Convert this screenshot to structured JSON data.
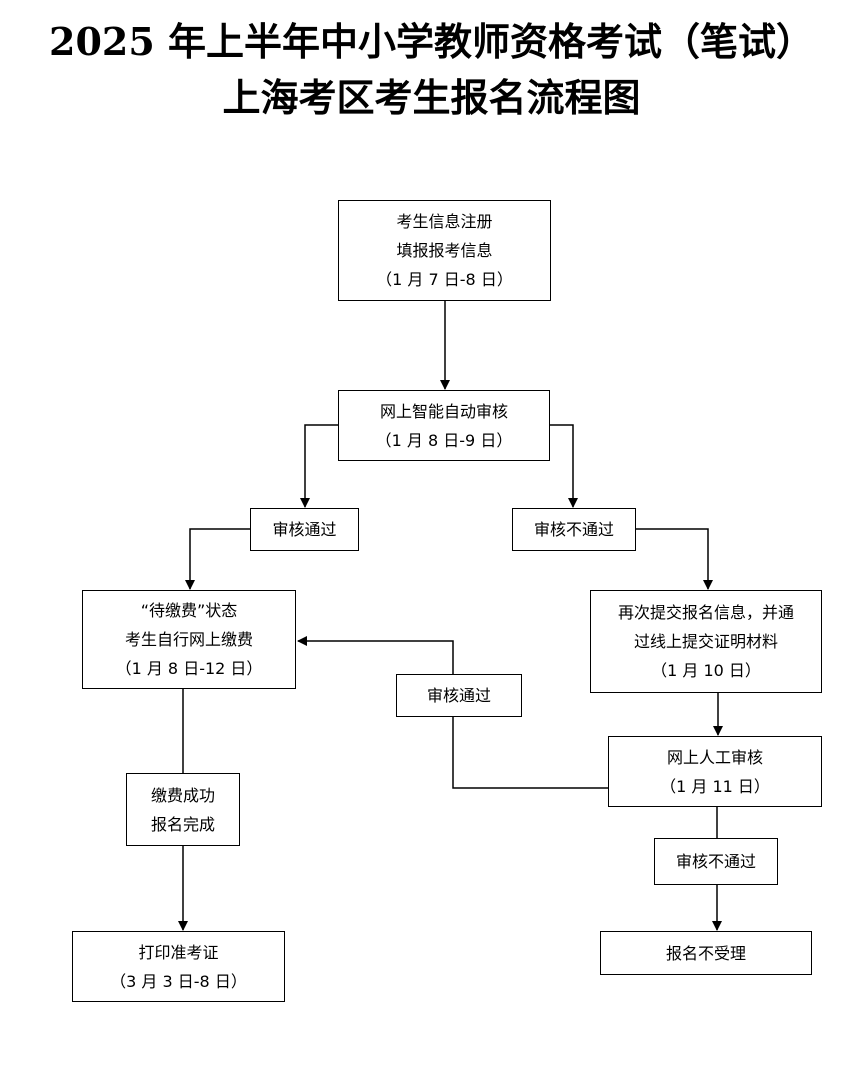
{
  "title": {
    "line1": "2025 年上半年中小学教师资格考试（笔试）",
    "line2": "上海考区考生报名流程图"
  },
  "nodes": {
    "register": {
      "line1": "考生信息注册",
      "line2": "填报报考信息",
      "line3": "（1 月 7 日-8 日）"
    },
    "auto_review": {
      "line1": "网上智能自动审核",
      "line2": "（1 月 8 日-9 日）"
    },
    "auto_pass": {
      "label": "审核通过"
    },
    "auto_fail": {
      "label": "审核不通过"
    },
    "pending_payment": {
      "line1": "“待缴费”状态",
      "line2": "考生自行网上缴费",
      "line3": "（1 月 8 日-12 日）"
    },
    "resubmit": {
      "line1": "再次提交报名信息，并通",
      "line2": "过线上提交证明材料",
      "line3": "（1 月 10 日）"
    },
    "manual_pass": {
      "label": "审核通过"
    },
    "manual_review": {
      "line1": "网上人工审核",
      "line2": "（1 月 11 日）"
    },
    "payment_done": {
      "line1": "缴费成功",
      "line2": "报名完成"
    },
    "manual_fail": {
      "label": "审核不通过"
    },
    "print_ticket": {
      "line1": "打印准考证",
      "line2": "（3 月 3 日-8 日）"
    },
    "rejected": {
      "label": "报名不受理"
    }
  },
  "colors": {
    "line": "#000000",
    "box_border": "#000000",
    "background": "#ffffff"
  }
}
